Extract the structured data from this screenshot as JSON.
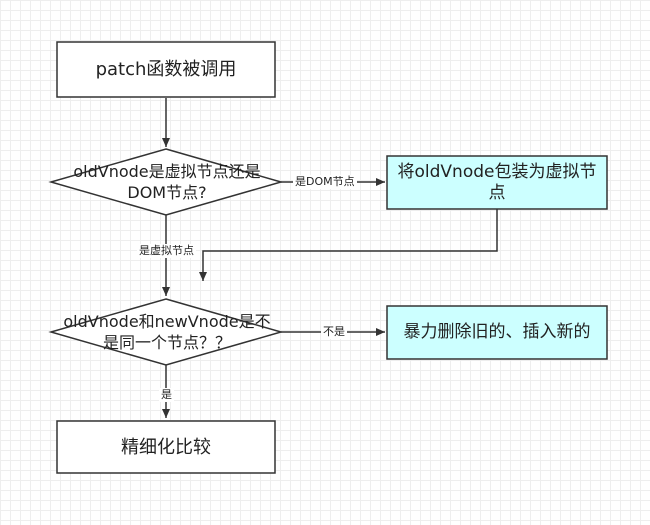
{
  "nodes": {
    "start": "patch函数被调用",
    "decision_vnode": "oldVnode是虚拟节点还是DOM节点?",
    "wrap_vnode": "将oldVnode包装为虚拟节点",
    "decision_same": "oldVnode和newVnode是不是同一个节点？？",
    "brute_replace": "暴力删除旧的、插入新的",
    "fine_compare": "精细化比较"
  },
  "edges": {
    "is_dom": "是DOM节点",
    "is_virtual": "是虚拟节点",
    "not_same": "不是",
    "is_same": "是"
  },
  "colors": {
    "highlight_fill": "#ccffff",
    "line": "#333333"
  }
}
